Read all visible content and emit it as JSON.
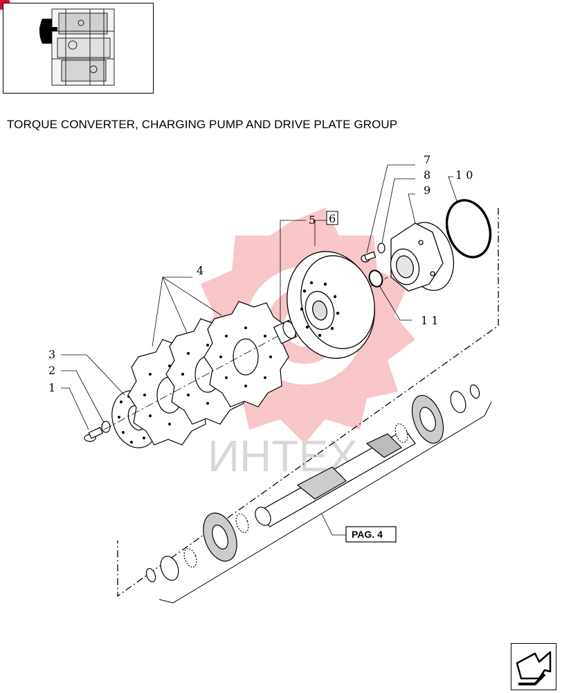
{
  "title": "TORQUE CONVERTER, CHARGING PUMP AND DRIVE PLATE GROUP",
  "watermark": "ИНТЕХ",
  "page_ref": "PAG. 4",
  "callouts": {
    "c1": "1",
    "c2": "2",
    "c3": "3",
    "c4": "4",
    "c5": "5",
    "c6": "6",
    "c7": "7",
    "c8": "8",
    "c9": "9",
    "c10": "1 0",
    "c11": "1 1"
  },
  "colors": {
    "accent": "#d6102a",
    "watermark": "#e8343c",
    "line": "#000000"
  },
  "icons": {
    "nav": "next-page-arrow-icon",
    "thumb": "transmission-thumbnail-icon"
  }
}
